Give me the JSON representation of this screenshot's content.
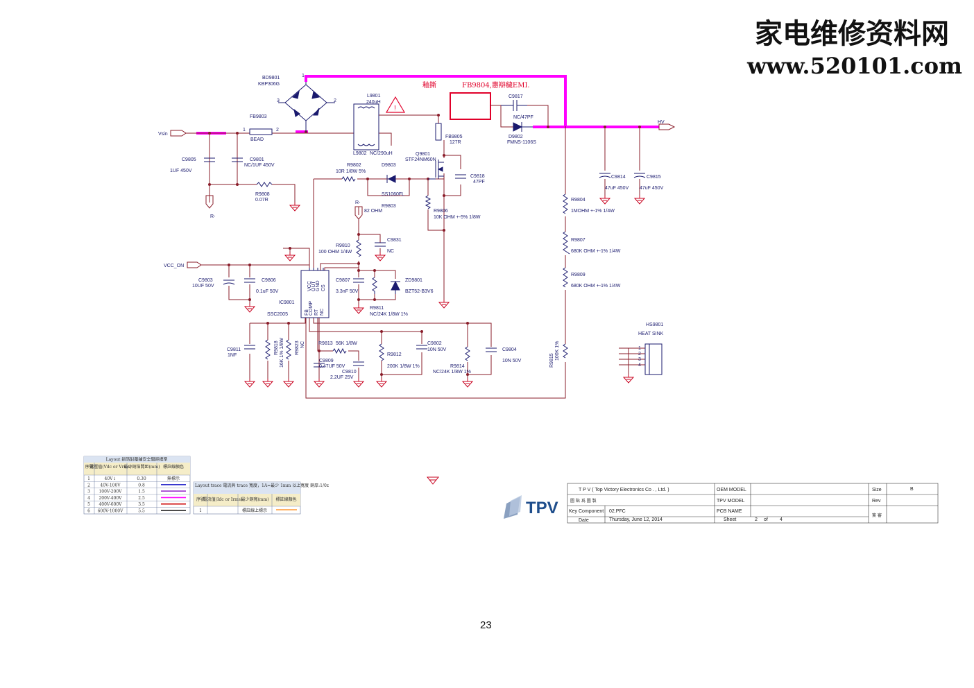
{
  "watermark": {
    "line1": "家电维修资料网",
    "line2": "www.520101.com"
  },
  "note": {
    "prefix": "釉撕",
    "text": "FB9804,惠辯穢EMI."
  },
  "nets": {
    "vsin": "Vsin",
    "hv": "HV",
    "vcc_on": "VCC_ON",
    "r_minus_a": "R-",
    "r_minus_b": "R-"
  },
  "parts": {
    "bd9801": {
      "ref": "BD9801",
      "value": "KBP306G"
    },
    "fb9803": {
      "ref": "FB9803",
      "value": "BEAD"
    },
    "l9801": {
      "ref": "L9801",
      "value": "240uH"
    },
    "l9802": {
      "ref": "L9802",
      "value": "NC/290uH"
    },
    "c9805": {
      "ref": "C9805",
      "value": "1UF 450V"
    },
    "c9801": {
      "ref": "C9801",
      "value": "NC/1UF 450V"
    },
    "r9808": {
      "ref": "R9808",
      "value": "0.07R"
    },
    "c9817": {
      "ref": "C9817",
      "value": "NC/47PF"
    },
    "d9802": {
      "ref": "D9802",
      "value": "FMNS-1106S"
    },
    "fb9805": {
      "ref": "FB9805",
      "value": "127R"
    },
    "q9801": {
      "ref": "Q9801",
      "value": "STF24NM60N"
    },
    "r9802": {
      "ref": "R9802",
      "value": "10R 1/8W 5%"
    },
    "d9803": {
      "ref": "D9803",
      "value": "SS1060FL"
    },
    "r9803": {
      "ref": "R9803",
      "value": "82 OHM"
    },
    "c9818": {
      "ref": "C9818",
      "value": "47PF"
    },
    "r9806": {
      "ref": "R9806",
      "value": "10K OHM +-5% 1/8W"
    },
    "c9814": {
      "ref": "C9814",
      "value": "47uF 450V"
    },
    "c9815": {
      "ref": "C9815",
      "value": "47uF 450V"
    },
    "r9804": {
      "ref": "R9804",
      "value": "1MOHM +-1% 1/4W"
    },
    "r9807": {
      "ref": "R9807",
      "value": "680K OHM +-1% 1/4W"
    },
    "r9809": {
      "ref": "R9809",
      "value": "680K OHM +-1% 1/4W"
    },
    "r9810": {
      "ref": "R9810",
      "value": "100 OHM 1/4W"
    },
    "c9831": {
      "ref": "C9831",
      "value": "NC"
    },
    "c9803": {
      "ref": "C9803",
      "value": "10UF 50V"
    },
    "c9806": {
      "ref": "C9806",
      "value": "0.1uF 50V"
    },
    "c9807": {
      "ref": "C9807",
      "value": "3.3nF 50V"
    },
    "zd9801": {
      "ref": "ZD9801",
      "value": "BZT52-B3V6"
    },
    "r9811": {
      "ref": "R9811",
      "value": "NC/24K 1/8W 1%"
    },
    "ic9801": {
      "ref": "IC9801",
      "value": "SSC2005"
    },
    "hs9801": {
      "ref": "HS9801",
      "value": "HEAT SINK"
    },
    "c9811": {
      "ref": "C9811",
      "value": "1NF"
    },
    "r9818": {
      "ref": "R9818",
      "value": "16K 1% 1/8W"
    },
    "r9823": {
      "ref": "R9823",
      "value": "NC"
    },
    "r9813": {
      "ref": "R9813",
      "value": "56K 1/8W"
    },
    "c9809": {
      "ref": "C9809",
      "value": "0.47UF 50V"
    },
    "c9810": {
      "ref": "C9810",
      "value": "2.2UF 25V"
    },
    "r9812": {
      "ref": "R9812",
      "value": "200K 1/8W 1%"
    },
    "c9802": {
      "ref": "C9802",
      "value": "10N 50V"
    },
    "r9814": {
      "ref": "R9814",
      "value": "NC/24K 1/8W 1%"
    },
    "c9804": {
      "ref": "C9804",
      "value": "10N 50V"
    },
    "r9815": {
      "ref": "R9815",
      "value": "100K 1%"
    }
  },
  "ic_pins": {
    "top": [
      "VCC",
      "OUT",
      "GND",
      "CS"
    ],
    "bottom": [
      "FB",
      "COMP",
      "RT",
      "NC"
    ]
  },
  "page_number": "23",
  "legend1": {
    "title": "Layout 銅箔對覆鋪安全間距標準",
    "headers": [
      "序號",
      "電壓值(Vdc or Vrms)",
      "最少銅箔間距(mm)",
      "標註線顏色"
    ],
    "rows": [
      {
        "no": "1",
        "voltage": "40V↓",
        "spacing": "0.30",
        "color": "無標示"
      },
      {
        "no": "2",
        "voltage": "40V-100V",
        "spacing": "0.8",
        "color": "#3333cc"
      },
      {
        "no": "3",
        "voltage": "100V-200V",
        "spacing": "1.5",
        "color": "#9933cc"
      },
      {
        "no": "4",
        "voltage": "200V-400V",
        "spacing": "2.5",
        "color": "#ff00ff"
      },
      {
        "no": "5",
        "voltage": "400V-600V",
        "spacing": "3.5",
        "color": "#cc0000"
      },
      {
        "no": "6",
        "voltage": "600V-1000V",
        "spacing": "5.5",
        "color": "#111111"
      }
    ]
  },
  "legend2": {
    "title": "Layout trace 電流與 trace 寬度，1A=最少 1mm 以上寬度 銅厚:1/0z",
    "headers": [
      "序號",
      "電流值(Idc or Irms)",
      "最少銅寬(mm)",
      "標註線顏色"
    ],
    "rows": [
      {
        "no": "1",
        "current": "",
        "width": "標註線上標示",
        "color": "#ff9933"
      }
    ]
  },
  "titleblock": {
    "company": "T P V  ( Top   Victory   Electronics   Co . ,   Ltd. )",
    "oem_model_label": "OEM MODEL",
    "size_label": "Size",
    "size_value": "B",
    "drawing_name_label": "圖 貼 爲 圖 製",
    "tpv_model_label": "TPV MODEL",
    "rev_label": "Rev",
    "key_component_label": "Key Component",
    "key_component_value": "02.PFC",
    "pcb_name_label": "PCB NAME",
    "sign_label": "簽 審",
    "date_label": "Date",
    "date_value": "Thursday, June 12, 2014",
    "sheet_label": "Sheet",
    "sheet_value": "2",
    "of_label": "of",
    "of_value": "4"
  },
  "logo": {
    "text": "TPV"
  },
  "colors": {
    "wire": "#8a1d2a",
    "high_voltage": "#ff00ff",
    "ground": "#c8001e",
    "component": "#1a1a6e",
    "highlight": "#e0002a"
  }
}
